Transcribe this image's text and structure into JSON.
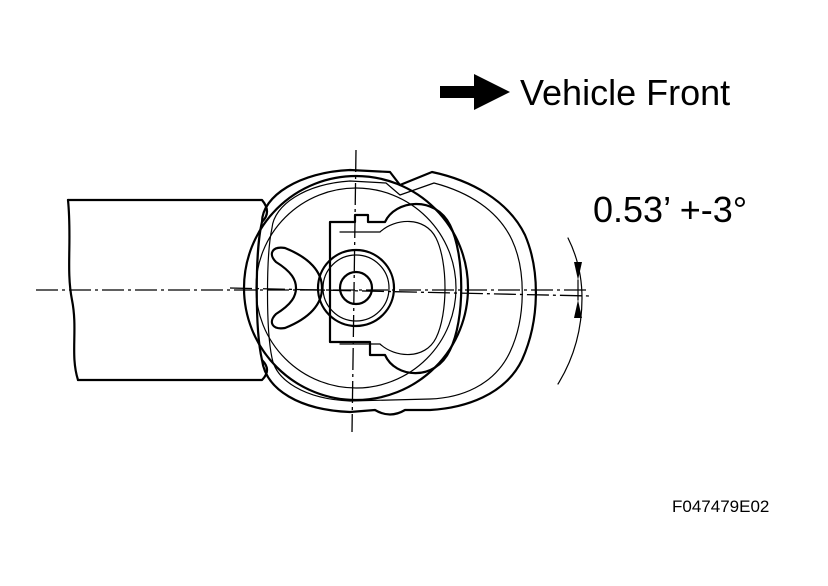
{
  "direction_label": "Vehicle Front",
  "angle_spec": "0.53’ +-3°",
  "figure_id": "F047479E02",
  "colors": {
    "line": "#000000",
    "background": "#ffffff"
  },
  "icons": [
    "direction-arrow-icon"
  ]
}
